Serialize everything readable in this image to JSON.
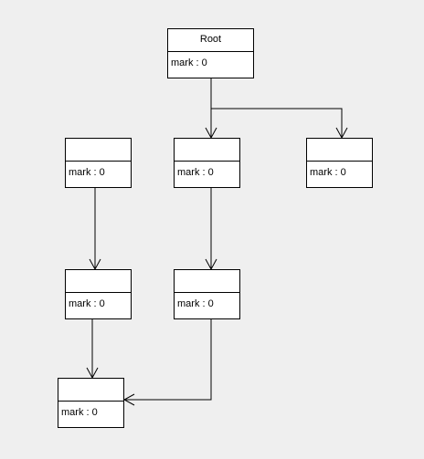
{
  "nodes": [
    {
      "id": "root",
      "title": "Root",
      "attr_name": "mark",
      "attr_value": "0"
    },
    {
      "id": "a",
      "title": "",
      "attr_name": "mark",
      "attr_value": "0"
    },
    {
      "id": "b",
      "title": "",
      "attr_name": "mark",
      "attr_value": "0"
    },
    {
      "id": "c",
      "title": "",
      "attr_name": "mark",
      "attr_value": "0"
    },
    {
      "id": "d",
      "title": "",
      "attr_name": "mark",
      "attr_value": "0"
    },
    {
      "id": "e",
      "title": "",
      "attr_name": "mark",
      "attr_value": "0"
    },
    {
      "id": "f",
      "title": "",
      "attr_name": "mark",
      "attr_value": "0"
    }
  ],
  "edges": [
    {
      "from": "root",
      "to": "b"
    },
    {
      "from": "root",
      "to": "c"
    },
    {
      "from": "a",
      "to": "d"
    },
    {
      "from": "b",
      "to": "e"
    },
    {
      "from": "d",
      "to": "f"
    },
    {
      "from": "e",
      "to": "f"
    }
  ]
}
